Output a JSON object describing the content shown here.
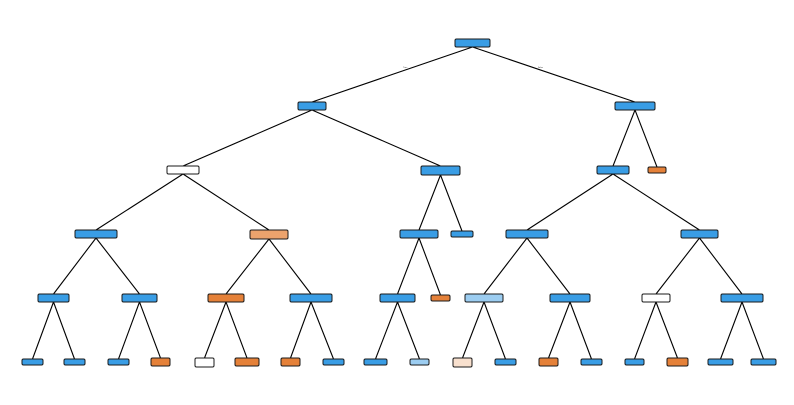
{
  "colors": {
    "blue_dark": "#399de5",
    "blue_medium": "#4ba6e7",
    "blue_light": "#9ccdf1",
    "orange_dark": "#e58139",
    "orange_medium": "#eca36d",
    "orange_light": "#f8e0ce",
    "white": "#ffffff"
  },
  "tree": {
    "root_edge_labels": [
      "True",
      "False"
    ],
    "nodes": [
      {
        "id": "n0",
        "color": "blue_dark",
        "lines": [
          "",
          "",
          ""
        ],
        "children": [
          "n1",
          "n2"
        ]
      },
      {
        "id": "n1",
        "color": "blue_dark",
        "lines": [
          "",
          "",
          ""
        ],
        "children": [
          "n3",
          "n4"
        ]
      },
      {
        "id": "n2",
        "color": "blue_dark",
        "lines": [
          "",
          "",
          ""
        ],
        "children": [
          "n5",
          "n6"
        ]
      },
      {
        "id": "n3",
        "color": "white",
        "lines": [
          "",
          "",
          ""
        ],
        "children": [
          "n7",
          "n8"
        ]
      },
      {
        "id": "n4",
        "color": "blue_dark",
        "lines": [
          "",
          "",
          ""
        ],
        "children": [
          "n9",
          "n10"
        ]
      },
      {
        "id": "n5",
        "color": "blue_dark",
        "lines": [
          "",
          "",
          ""
        ],
        "children": [
          "n11",
          "n12"
        ]
      },
      {
        "id": "n6",
        "color": "orange_dark",
        "lines": [
          "",
          ""
        ],
        "children": []
      },
      {
        "id": "n7",
        "color": "blue_dark",
        "lines": [
          "",
          "",
          ""
        ],
        "children": [
          "n13",
          "n14"
        ]
      },
      {
        "id": "n8",
        "color": "orange_medium",
        "lines": [
          "",
          "",
          ""
        ],
        "children": [
          "n15",
          "n16"
        ]
      },
      {
        "id": "n9",
        "color": "blue_dark",
        "lines": [
          "",
          "",
          ""
        ],
        "children": [
          "n17",
          "n18"
        ]
      },
      {
        "id": "n10",
        "color": "blue_dark",
        "lines": [
          "",
          ""
        ],
        "children": []
      },
      {
        "id": "n11",
        "color": "blue_dark",
        "lines": [
          "",
          "",
          ""
        ],
        "children": [
          "n19",
          "n20"
        ]
      },
      {
        "id": "n12",
        "color": "blue_dark",
        "lines": [
          "",
          "",
          ""
        ],
        "children": [
          "n21",
          "n22"
        ]
      },
      {
        "id": "n13",
        "color": "blue_dark",
        "lines": [
          "",
          "",
          ""
        ],
        "children": [
          "n23",
          "n24"
        ]
      },
      {
        "id": "n14",
        "color": "blue_dark",
        "lines": [
          "",
          "",
          ""
        ],
        "children": [
          "n25",
          "n26"
        ]
      },
      {
        "id": "n15",
        "color": "orange_dark",
        "lines": [
          "",
          "",
          ""
        ],
        "children": [
          "n27",
          "n28"
        ]
      },
      {
        "id": "n16",
        "color": "blue_dark",
        "lines": [
          "",
          "",
          ""
        ],
        "children": [
          "n29",
          "n30"
        ]
      },
      {
        "id": "n17",
        "color": "blue_dark",
        "lines": [
          "",
          "",
          ""
        ],
        "children": [
          "n31",
          "n32"
        ]
      },
      {
        "id": "n18",
        "color": "orange_dark",
        "lines": [
          "",
          ""
        ],
        "children": []
      },
      {
        "id": "n19",
        "color": "blue_light",
        "lines": [
          "",
          "",
          ""
        ],
        "children": [
          "n33",
          "n34"
        ]
      },
      {
        "id": "n20",
        "color": "blue_dark",
        "lines": [
          "",
          "",
          ""
        ],
        "children": [
          "n35",
          "n36"
        ]
      },
      {
        "id": "n21",
        "color": "white",
        "lines": [
          "",
          "",
          ""
        ],
        "children": [
          "n37",
          "n38"
        ]
      },
      {
        "id": "n22",
        "color": "blue_dark",
        "lines": [
          "",
          "",
          ""
        ],
        "children": [
          "n39",
          "n40"
        ]
      },
      {
        "id": "n23",
        "color": "blue_dark",
        "lines": [
          "",
          ""
        ],
        "children": []
      },
      {
        "id": "n24",
        "color": "blue_dark",
        "lines": [
          "",
          ""
        ],
        "children": []
      },
      {
        "id": "n25",
        "color": "blue_dark",
        "lines": [
          "",
          ""
        ],
        "children": []
      },
      {
        "id": "n26",
        "color": "orange_dark",
        "lines": [
          "",
          ""
        ],
        "children": []
      },
      {
        "id": "n27",
        "color": "white",
        "lines": [
          "",
          "",
          ""
        ],
        "children": []
      },
      {
        "id": "n28",
        "color": "orange_dark",
        "lines": [
          "",
          ""
        ],
        "children": []
      },
      {
        "id": "n29",
        "color": "orange_dark",
        "lines": [
          "",
          ""
        ],
        "children": []
      },
      {
        "id": "n30",
        "color": "blue_dark",
        "lines": [
          "",
          ""
        ],
        "children": []
      },
      {
        "id": "n31",
        "color": "blue_dark",
        "lines": [
          "",
          ""
        ],
        "children": []
      },
      {
        "id": "n32",
        "color": "blue_light",
        "lines": [
          "",
          ""
        ],
        "children": []
      },
      {
        "id": "n33",
        "color": "orange_light",
        "lines": [
          "",
          "",
          ""
        ],
        "children": []
      },
      {
        "id": "n34",
        "color": "blue_dark",
        "lines": [
          "",
          ""
        ],
        "children": []
      },
      {
        "id": "n35",
        "color": "orange_dark",
        "lines": [
          "",
          ""
        ],
        "children": []
      },
      {
        "id": "n36",
        "color": "blue_dark",
        "lines": [
          "",
          ""
        ],
        "children": []
      },
      {
        "id": "n37",
        "color": "blue_dark",
        "lines": [
          "",
          ""
        ],
        "children": []
      },
      {
        "id": "n38",
        "color": "orange_dark",
        "lines": [
          "",
          ""
        ],
        "children": []
      },
      {
        "id": "n39",
        "color": "blue_dark",
        "lines": [
          "",
          ""
        ],
        "children": []
      },
      {
        "id": "n40",
        "color": "blue_dark",
        "lines": [
          "",
          ""
        ],
        "children": []
      }
    ]
  }
}
